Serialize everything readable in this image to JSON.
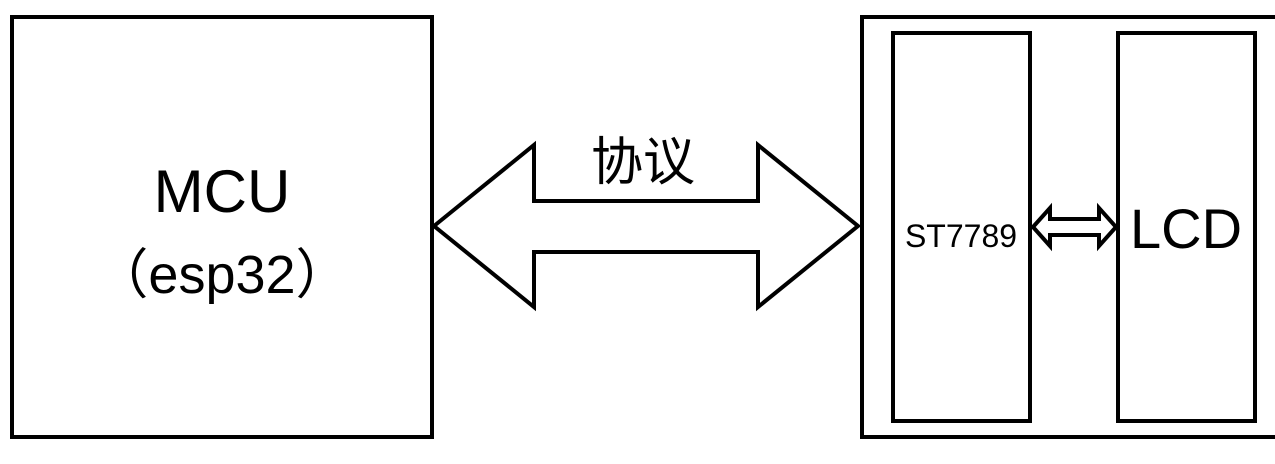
{
  "diagram": {
    "mcu_box": {
      "line1": "MCU",
      "line2": "（esp32）"
    },
    "protocol_arrow": {
      "label": "协议"
    },
    "display_module": {
      "driver_label": "ST7789",
      "lcd_label": "LCD"
    }
  },
  "colors": {
    "stroke": "#000000",
    "fill": "#ffffff"
  }
}
